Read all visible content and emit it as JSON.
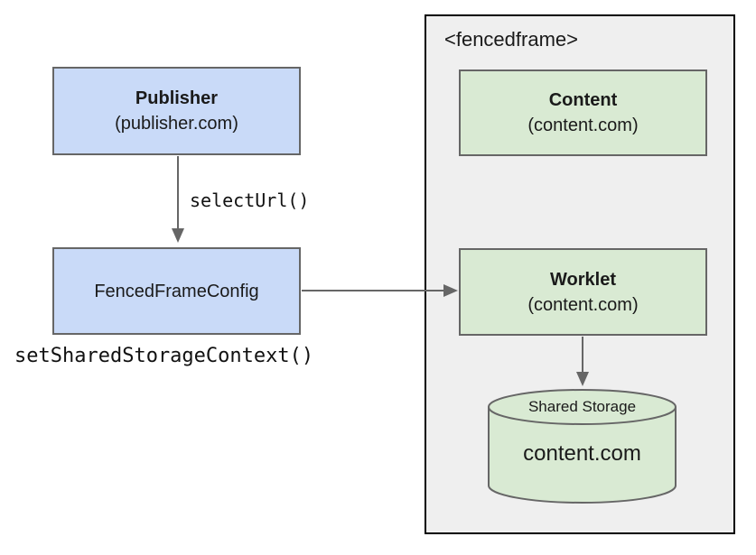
{
  "publisher": {
    "title": "Publisher",
    "subtitle": "(publisher.com)"
  },
  "fenced_frame_config": {
    "title": "FencedFrameConfig"
  },
  "labels": {
    "select_url": "selectUrl()",
    "set_shared_storage_context": "setSharedStorageContext()"
  },
  "fencedframe": {
    "label": "<fencedframe>"
  },
  "content": {
    "title": "Content",
    "subtitle": "(content.com)"
  },
  "worklet": {
    "title": "Worklet",
    "subtitle": "(content.com)"
  },
  "shared_storage": {
    "title": "Shared Storage",
    "subtitle": "content.com"
  },
  "colors": {
    "box_blue": "#c9daf8",
    "box_green": "#d9ead3",
    "container_bg": "#efefef",
    "container_border": "#000000",
    "box_border": "#666666",
    "arrow": "#666666"
  }
}
